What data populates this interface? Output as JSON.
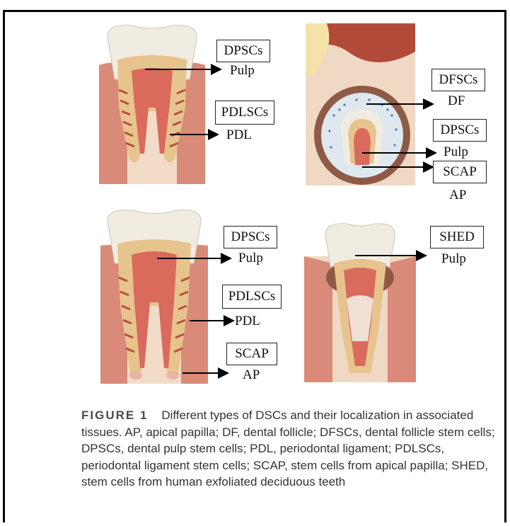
{
  "panels": {
    "top_left": {
      "boxes": [
        "DPSCs",
        "PDLSCs"
      ],
      "tissues": [
        "Pulp",
        "PDL"
      ]
    },
    "top_right": {
      "boxes": [
        "DFSCs",
        "DPSCs",
        "SCAP"
      ],
      "tissues": [
        "DF",
        "Pulp",
        "AP"
      ]
    },
    "bottom_left": {
      "boxes": [
        "DPSCs",
        "PDLSCs",
        "SCAP"
      ],
      "tissues": [
        "Pulp",
        "PDL",
        "AP"
      ]
    },
    "bottom_right": {
      "boxes": [
        "SHED"
      ],
      "tissues": [
        "Pulp"
      ]
    }
  },
  "caption": {
    "heading": "FIGURE 1",
    "text": "Different types of DSCs and their localization in associated tissues. AP, apical papilla; DF, dental follicle; DFSCs, dental follicle stem cells; DPSCs, dental pulp stem cells; PDL, periodontal ligament; PDLSCs, periodontal ligament stem cells; SCAP, stem cells from apical papilla; SHED, stem cells from human exfoliated deciduous teeth"
  },
  "colors": {
    "enamel": "#f1ece2",
    "dentin": "#e7c48e",
    "pulp": "#d96a5c",
    "gum": "#d07d6d",
    "bone": "#f0d9c4",
    "stripe": "#b8503f"
  }
}
